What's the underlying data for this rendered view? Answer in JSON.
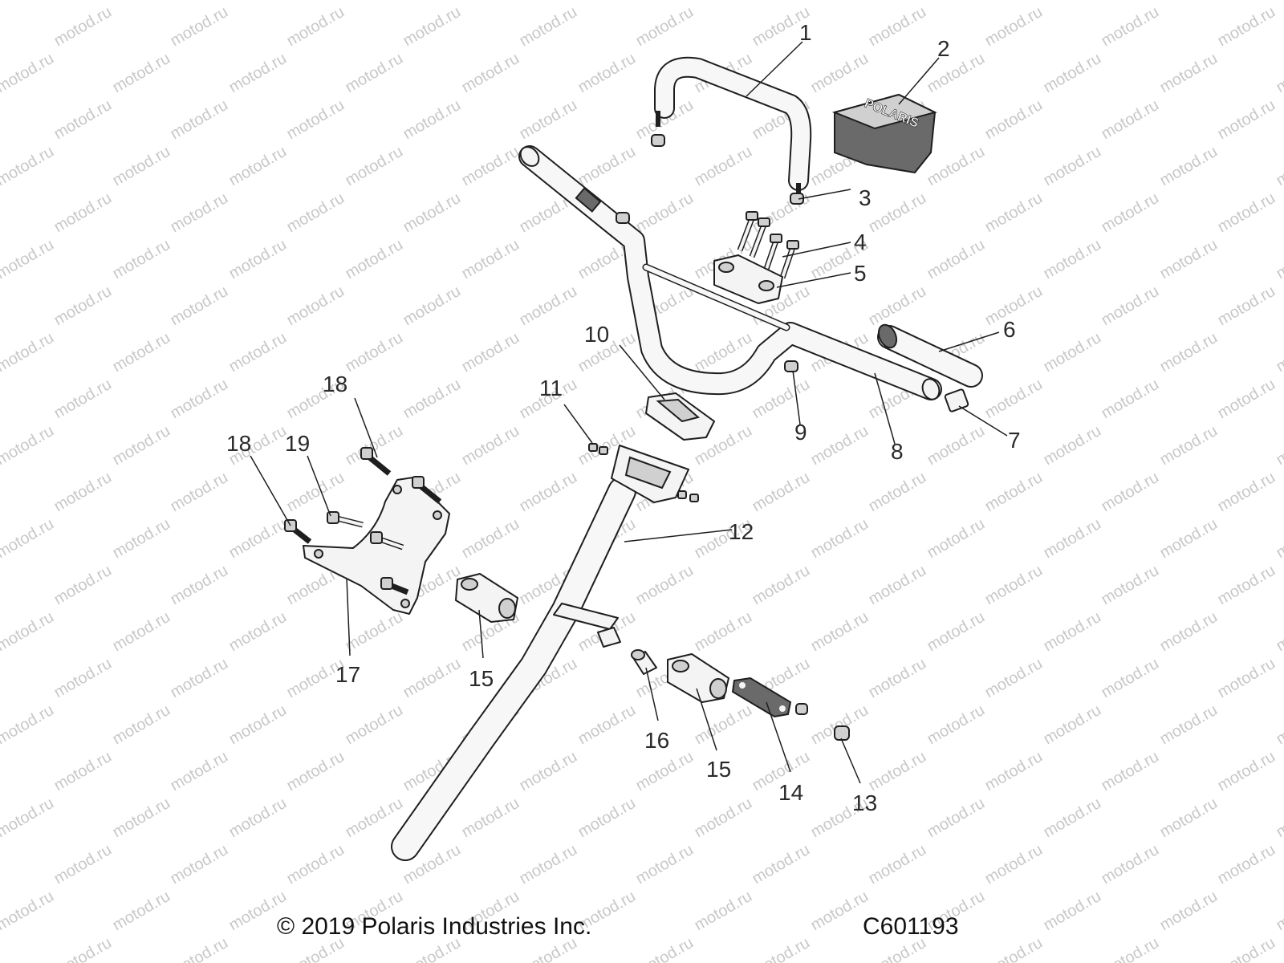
{
  "watermark": "motod.ru",
  "callouts": [
    {
      "id": "1",
      "label": "1"
    },
    {
      "id": "2",
      "label": "2"
    },
    {
      "id": "3",
      "label": "3"
    },
    {
      "id": "4",
      "label": "4"
    },
    {
      "id": "5",
      "label": "5"
    },
    {
      "id": "6",
      "label": "6"
    },
    {
      "id": "7",
      "label": "7"
    },
    {
      "id": "8",
      "label": "8"
    },
    {
      "id": "9",
      "label": "9"
    },
    {
      "id": "10",
      "label": "10"
    },
    {
      "id": "11",
      "label": "11"
    },
    {
      "id": "12",
      "label": "12"
    },
    {
      "id": "13",
      "label": "13"
    },
    {
      "id": "14",
      "label": "14"
    },
    {
      "id": "15a",
      "label": "15"
    },
    {
      "id": "15b",
      "label": "15"
    },
    {
      "id": "16",
      "label": "16"
    },
    {
      "id": "17",
      "label": "17"
    },
    {
      "id": "18a",
      "label": "18"
    },
    {
      "id": "18b",
      "label": "18"
    },
    {
      "id": "19",
      "label": "19"
    }
  ],
  "pad_logo_text": "POLARIS",
  "copyright": "© 2019 Polaris Industries Inc.",
  "figure_code": "C601193"
}
